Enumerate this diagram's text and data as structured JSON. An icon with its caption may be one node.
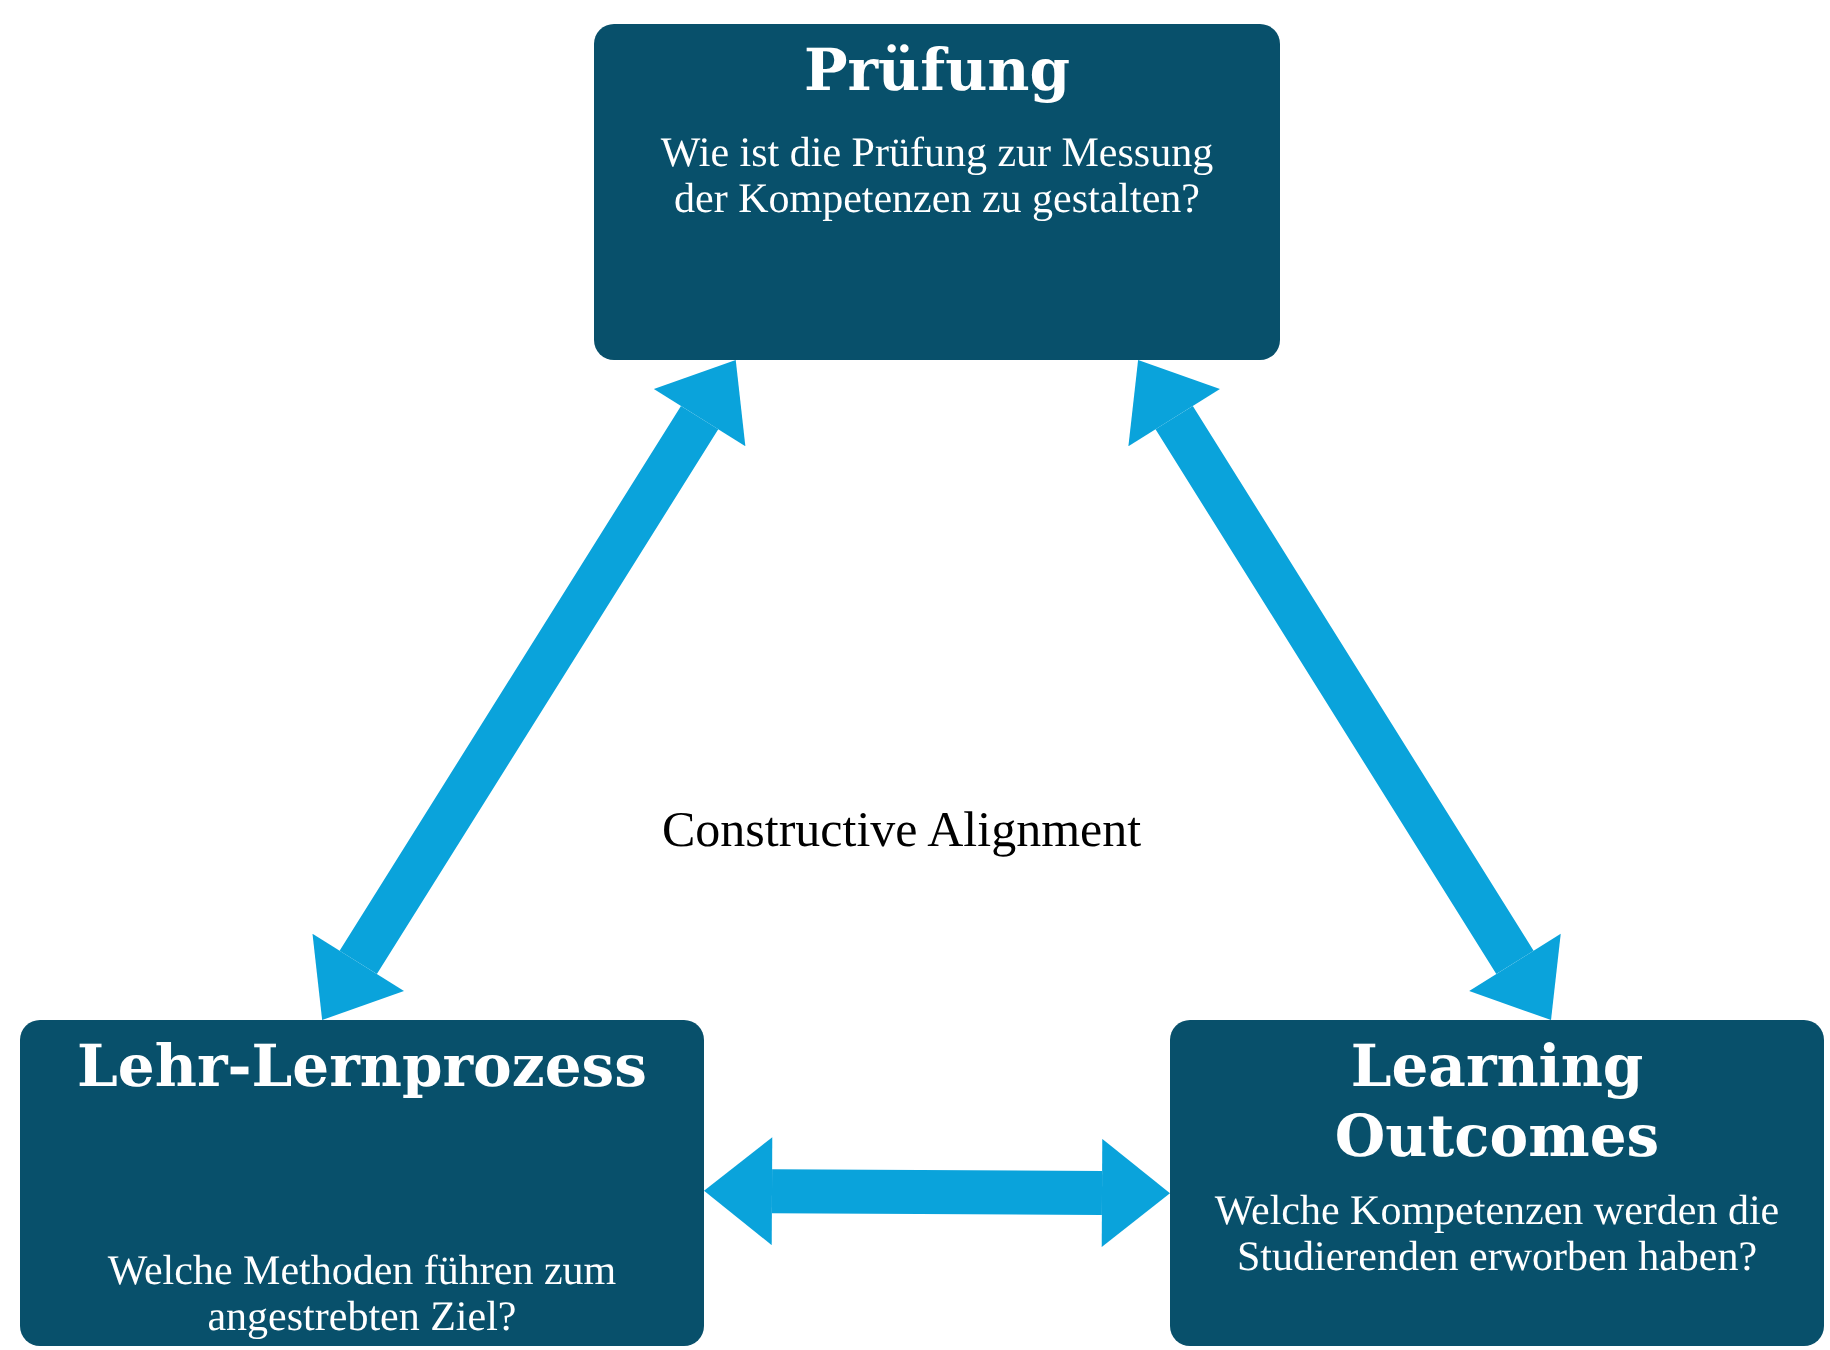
{
  "diagram": {
    "nodes": [
      {
        "text": [
          "Prüfung",
          "Wie ist die Prüfung zur Messung der Kompetenzen zu gestalten?"
        ]
      },
      {
        "text": [
          "Lehr-Lernprozess",
          "Welche Methoden führen zum angestrebten Ziel?"
        ]
      },
      {
        "text": [
          "Learning Outcomes",
          "Welche Kompetenzen werden die Studierenden erworben haben?"
        ]
      }
    ],
    "edges": [
      {
        "from": 0,
        "to": 1,
        "arrow": "both"
      },
      {
        "from": 0,
        "to": 2,
        "arrow": "both"
      },
      {
        "from": 1,
        "to": 2,
        "arrow": "both"
      }
    ],
    "labels": [
      "Constructive Alignment"
    ]
  }
}
